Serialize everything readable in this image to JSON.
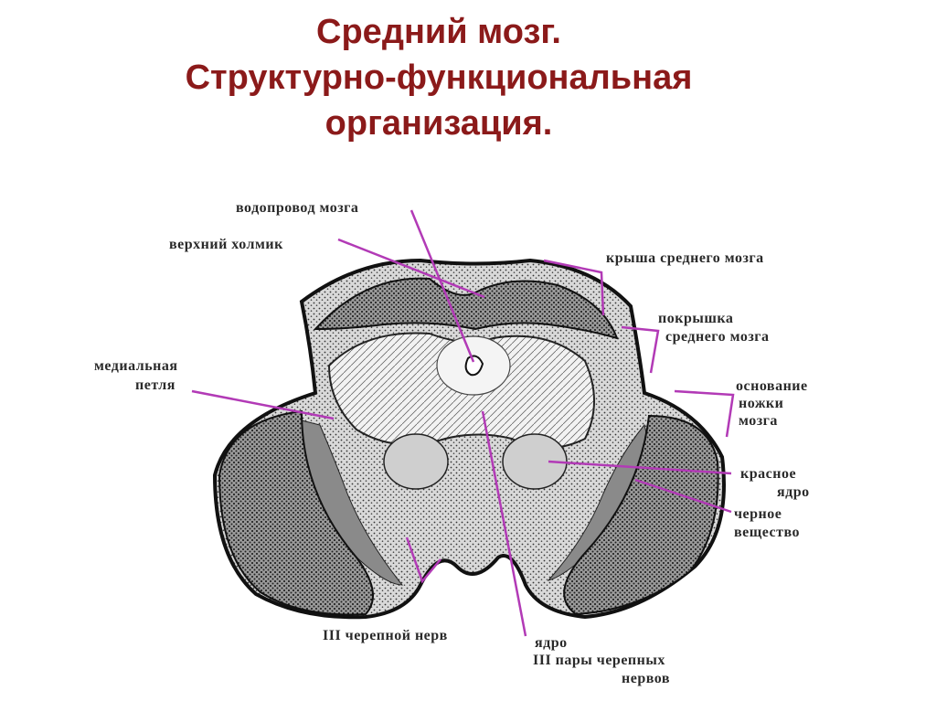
{
  "title": {
    "line1": "Средний мозг.",
    "line2": "Структурно-функциональная",
    "line3": "организация."
  },
  "labels": {
    "aqueduct": "водопровод мозга",
    "superior_colliculus": "верхний холмик",
    "tectum": "крыша среднего мозга",
    "tegmentum_1": "покрышка",
    "tegmentum_2": "среднего мозга",
    "medial_lemniscus_1": "медиальная",
    "medial_lemniscus_2": "петля",
    "peduncle_base_1": "основание",
    "peduncle_base_2": "ножки",
    "peduncle_base_3": "мозга",
    "red_nucleus_1": "красное",
    "red_nucleus_2": "ядро",
    "substantia_nigra_1": "черное",
    "substantia_nigra_2": "вещество",
    "cranial_nerve_iii": "III черепной нерв",
    "nucleus_iii_1": "ядро",
    "nucleus_iii_2": "III пары черепных",
    "nucleus_iii_3": "нервов"
  },
  "colors": {
    "title": "#8b1a1a",
    "pointer": "#b23ab6",
    "ink": "#2a2a2a"
  }
}
